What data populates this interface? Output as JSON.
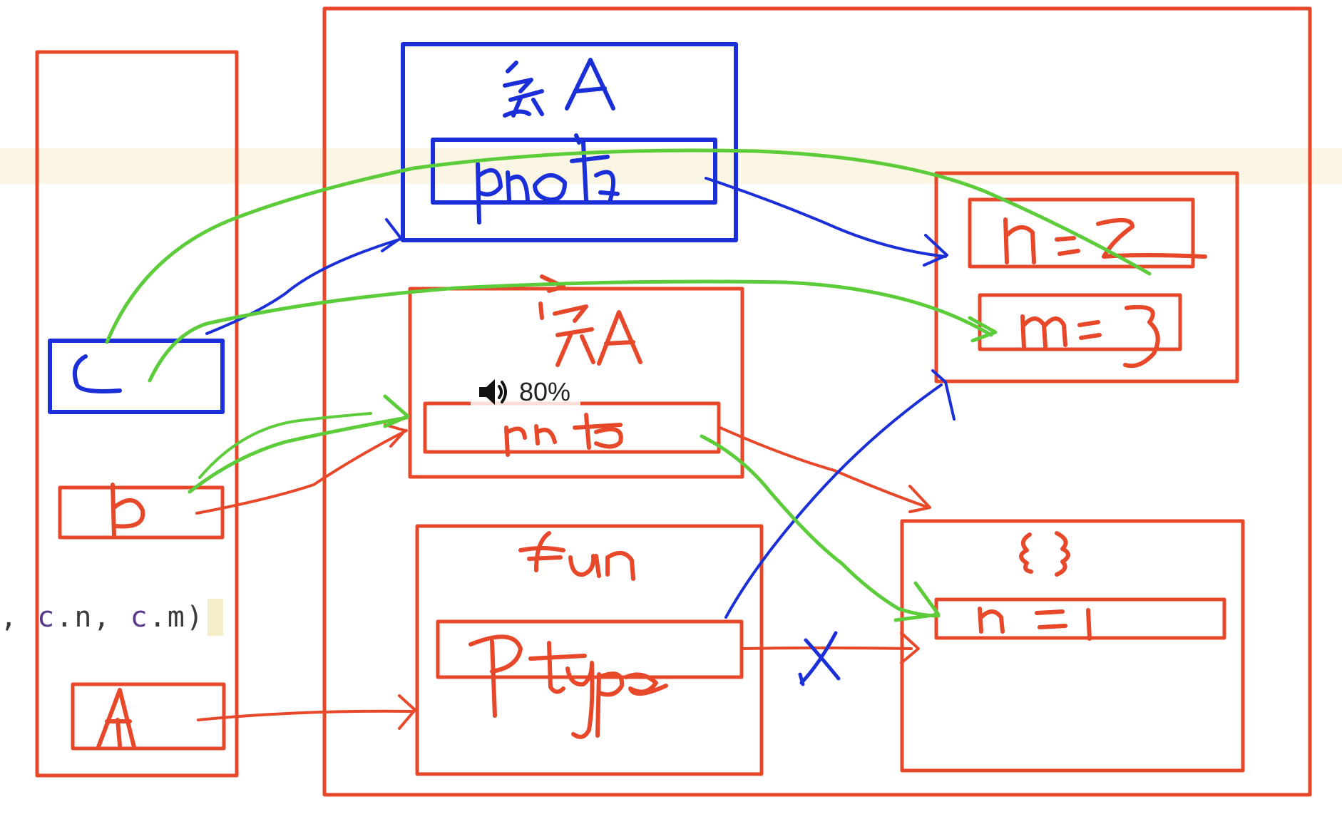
{
  "code_line": {
    "prefix": ", ",
    "var1": "c",
    "sep1": ".n, ",
    "var2": "c",
    "sep2": ".m)"
  },
  "volume_osd": {
    "icon": "speaker-icon",
    "level_text": "80%",
    "level": 0.8
  },
  "colors": {
    "red": "#e8482a",
    "blue": "#1a2fd8",
    "green": "#5ccc3a",
    "highlight": "#fbf5e3"
  }
}
